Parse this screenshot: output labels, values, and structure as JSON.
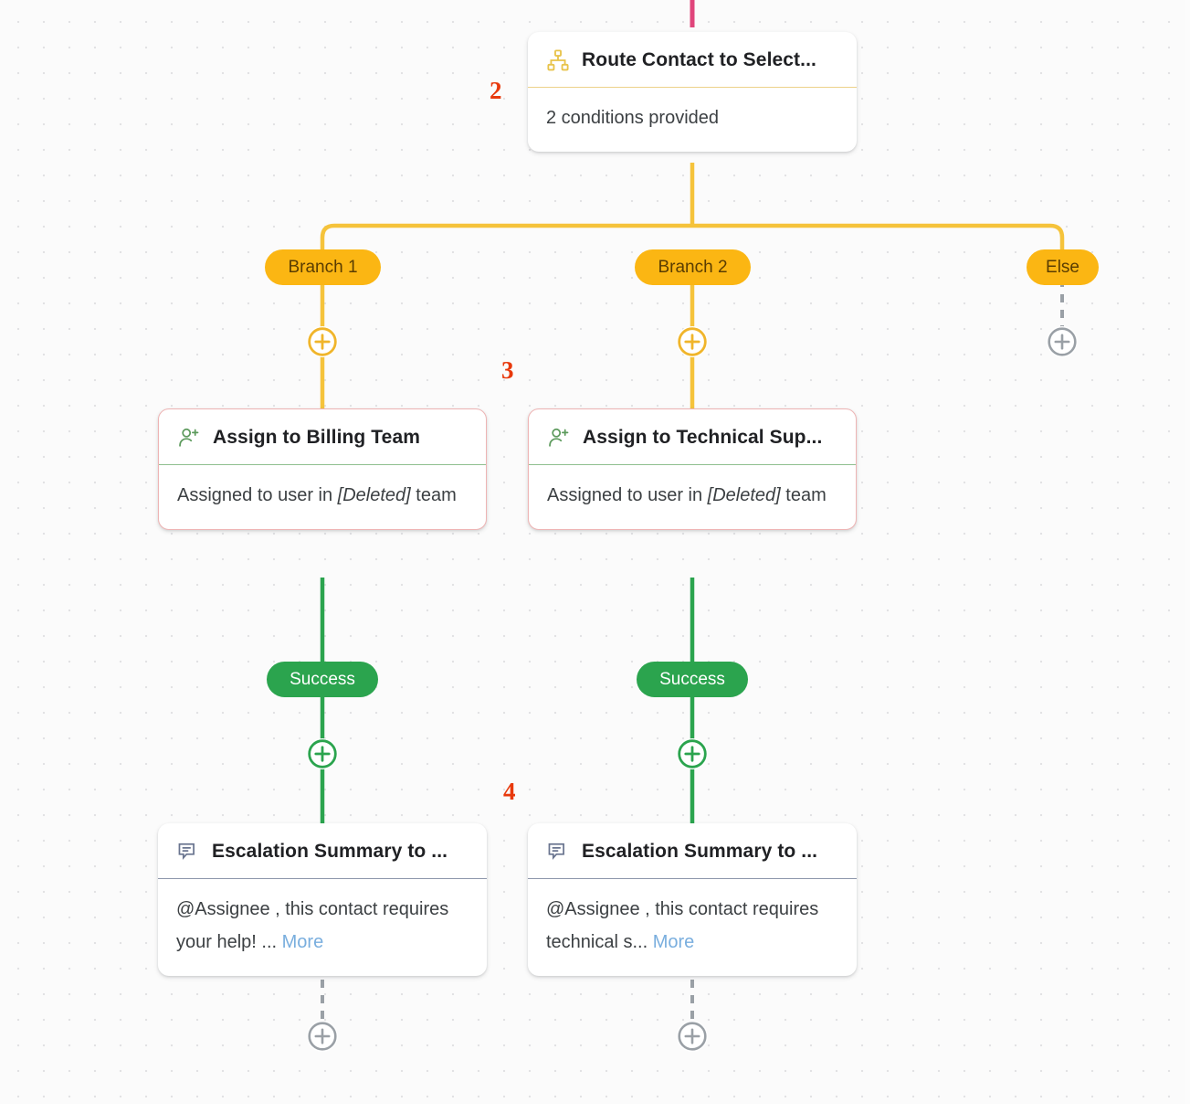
{
  "canvas": {
    "background_color": "#fbfbfb",
    "dot_color": "#e2e2e4"
  },
  "colors": {
    "branch_pill": "#fbb613",
    "branch_wire": "#f5c33b",
    "success_pill": "#2ba44e",
    "success_wire": "#2ba44e",
    "inactive_wire": "#9aa0a6",
    "incoming_wire": "#e0457b",
    "error_border": "#eeb4b4",
    "annotation": "#e8390c",
    "link": "#79aede",
    "assign_icon": "#5c9a5c",
    "comment_icon": "#69748f",
    "route_icon": "#e8c34a"
  },
  "nodes": [
    {
      "id": "route-contact",
      "icon": "hierarchy-icon",
      "icon_color": "#e8c34a",
      "divider_color": "#ecd28a",
      "title": "Route Contact to Select...",
      "body": "2 conditions provided",
      "state": "normal"
    },
    {
      "id": "assign-billing",
      "icon": "person-add-icon",
      "icon_color": "#5c9a5c",
      "divider_color": "#8fbf8f",
      "title": "Assign to Billing Team",
      "body_prefix": "Assigned to user in ",
      "body_emphasis": "[Deleted]",
      "body_suffix": " team",
      "state": "error"
    },
    {
      "id": "assign-technical",
      "icon": "person-add-icon",
      "icon_color": "#5c9a5c",
      "divider_color": "#8fbf8f",
      "title": "Assign to Technical Sup...",
      "body_prefix": "Assigned to user in ",
      "body_emphasis": "[Deleted]",
      "body_suffix": " team",
      "state": "error"
    },
    {
      "id": "escalation-billing",
      "icon": "comment-icon",
      "icon_color": "#69748f",
      "divider_color": "#8d96ab",
      "title": "Escalation Summary to ...",
      "body_prefix": "@Assignee , this contact requires your help! ... ",
      "body_link": "More",
      "state": "normal"
    },
    {
      "id": "escalation-technical",
      "icon": "comment-icon",
      "icon_color": "#69748f",
      "divider_color": "#8d96ab",
      "title": "Escalation Summary to ...",
      "body_prefix": "@Assignee , this contact requires technical s... ",
      "body_link": "More",
      "state": "normal"
    }
  ],
  "branch_labels": {
    "branch1": "Branch 1",
    "branch2": "Branch 2",
    "else": "Else"
  },
  "outcome_labels": {
    "success_left": "Success",
    "success_right": "Success"
  },
  "add_buttons": {
    "branch1": "add-step",
    "branch2": "add-step",
    "else": "add-step",
    "success_left": "add-step",
    "success_right": "add-step",
    "tail_left": "add-step",
    "tail_right": "add-step"
  },
  "annotations": [
    {
      "label": "2",
      "target": "route-contact"
    },
    {
      "label": "3",
      "target": "assign-nodes"
    },
    {
      "label": "4",
      "target": "escalation-nodes"
    }
  ]
}
